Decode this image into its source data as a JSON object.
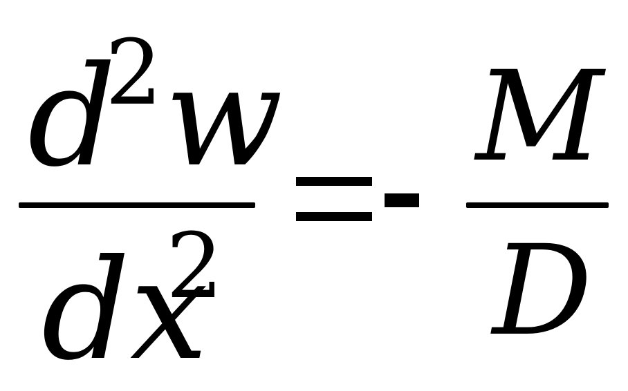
{
  "equation": {
    "left_fraction": {
      "numerator": {
        "base": "d",
        "exponent": "2",
        "variable": "w"
      },
      "denominator": {
        "base": "dx",
        "exponent": "2"
      }
    },
    "equals_sign": "=",
    "minus_sign": "-",
    "right_fraction": {
      "numerator": "M",
      "denominator": "D"
    }
  },
  "colors": {
    "ink": "#000000",
    "background": "#ffffff"
  }
}
